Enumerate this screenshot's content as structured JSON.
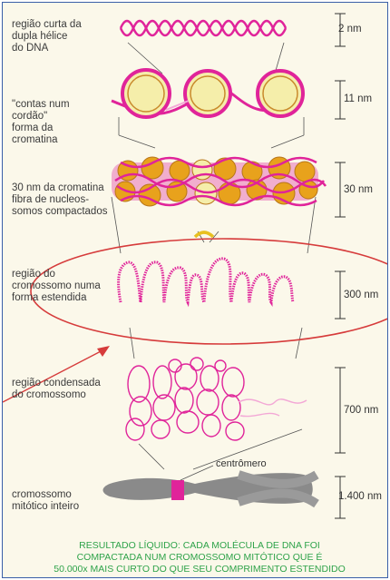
{
  "labels": {
    "dna_helix": "região curta da\ndupla hélice\ndo DNA",
    "beads": "\"contas num\ncordão\"\nforma da\ncromatina",
    "fiber30": "30 nm da cromatina\nfibra de nucleos-\nsomos compactados",
    "extended": "região do\ncromossomo numa\nforma estendida",
    "condensed": "região condensada\ndo cromossomo",
    "mitotic": "cromossomo\nmitótico inteiro",
    "centromere": "centrômero"
  },
  "measurements": [
    "2 nm",
    "11 nm",
    "30 nm",
    "300 nm",
    "700 nm",
    "1.400 nm"
  ],
  "result": "RESULTADO LÍQUIDO: CADA MOLÉCULA DE DNA FOI\nCOMPACTADA NUM CROMOSSOMO MITÓTICO QUE É\n50.000x MAIS CURTO DO QUE SEU COMPRIMENTO ESTENDIDO",
  "colors": {
    "dna": "#e0249a",
    "nucleosome": "#f5eeaa",
    "core_orange": "#e8a21c",
    "ellipse": "#d63b3b",
    "chromosome": "#8a8a8a",
    "centromere": "#e0249a",
    "result_text": "#2fa34a"
  }
}
